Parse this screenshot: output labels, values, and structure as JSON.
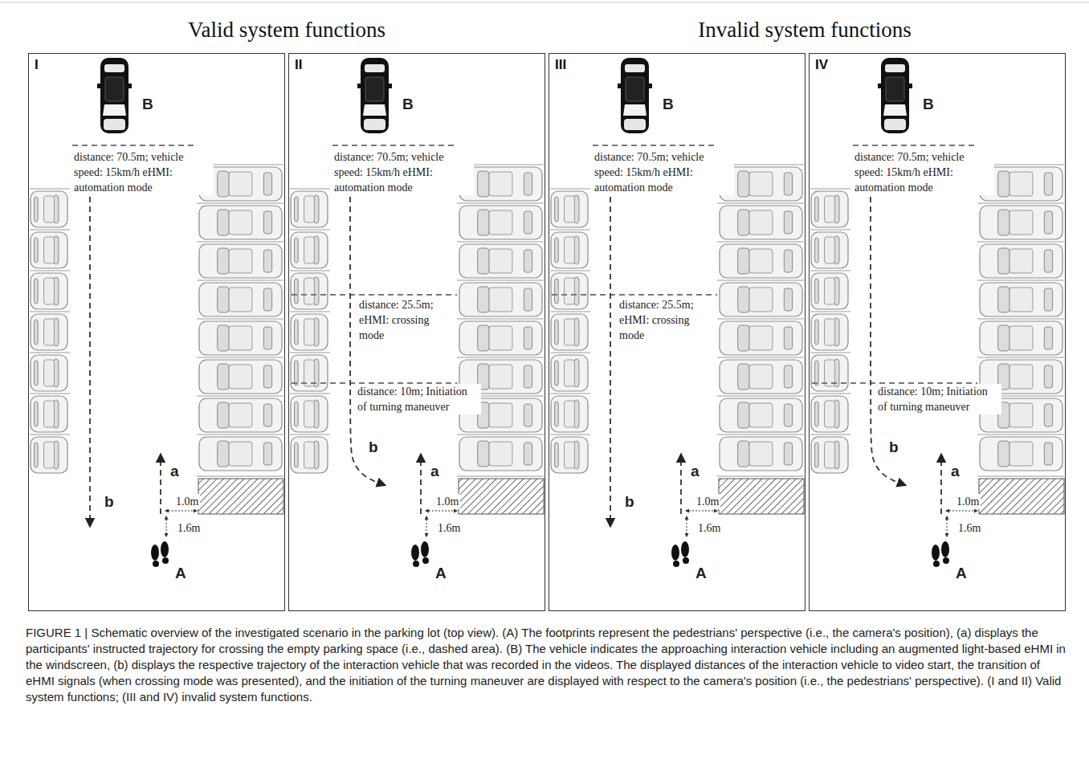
{
  "diagram": {
    "caption": "FIGURE 1 | Schematic overview of the investigated scenario in the parking lot (top view). (A) The footprints represent the pedestrians' perspective (i.e., the camera's position), (a) displays the participants' instructed trajectory for crossing the empty parking space (i.e., dashed area). (B) The vehicle indicates the approaching interaction vehicle including an augmented light-based eHMI in the windscreen, (b) displays the respective trajectory of the interaction vehicle that was recorded in the videos. The displayed distances of the interaction vehicle to video start, the transition of eHMI signals (when crossing mode was presented), and the initiation of the turning maneuver are displayed with respect to the camera's position (i.e., the pedestrians' perspective). (I and II) Valid system functions; (III and IV) invalid system functions.",
    "nodes": [
      {
        "text": [
          "I"
        ]
      },
      {
        "text": [
          "II"
        ]
      },
      {
        "text": [
          "III"
        ]
      },
      {
        "text": [
          "IV"
        ]
      }
    ],
    "labels": [
      "Valid system functions",
      "Invalid system functions",
      "B",
      "distance: 70.5m; vehicle speed: 15km/h eHMI: automation mode",
      "b",
      "a",
      "1.0m",
      "1.6m",
      "A",
      "B",
      "distance: 70.5m; vehicle speed: 15km/h eHMI: automation mode",
      "distance: 25.5m; eHMI: crossing mode",
      "distance: 10m; Initiation of turning maneuver",
      "b",
      "a",
      "1.0m",
      "1.6m",
      "A",
      "B",
      "distance: 70.5m; vehicle speed: 15km/h eHMI: automation mode",
      "distance: 25.5m; eHMI: crossing mode",
      "b",
      "a",
      "1.0m",
      "1.6m",
      "A",
      "B",
      "distance: 70.5m; vehicle speed: 15km/h eHMI: automation mode",
      "distance: 10m; Initiation of turning maneuver",
      "b",
      "a",
      "1.0m",
      "1.6m",
      "A"
    ]
  }
}
